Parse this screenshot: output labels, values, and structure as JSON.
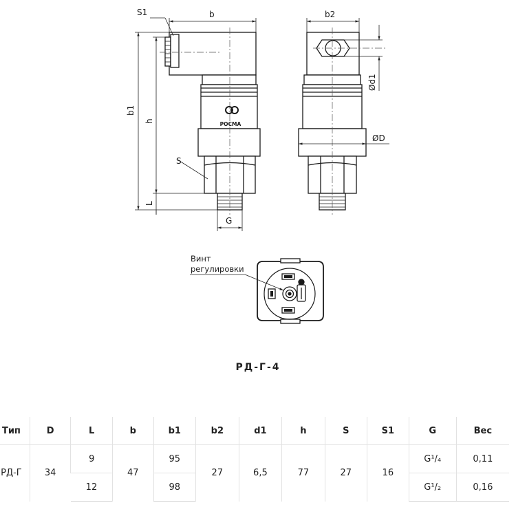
{
  "drawing": {
    "dim_labels": {
      "s1": "S1",
      "b": "b",
      "b2": "b2",
      "b1": "b1",
      "h": "h",
      "l": "L",
      "s": "S",
      "g": "G",
      "d1": "Ød1",
      "d_outer": "ØD"
    },
    "logo_text": "РОСМА",
    "callout_line1": "Винт",
    "callout_line2": "регулировки"
  },
  "caption": "РД-Г-4",
  "table": {
    "headers": [
      "Тип",
      "D",
      "L",
      "b",
      "b1",
      "b2",
      "d1",
      "h",
      "S",
      "S1",
      "G",
      "Вес"
    ],
    "type": "РД-Г",
    "D": "34",
    "L": [
      "9",
      "12"
    ],
    "b": "47",
    "b1": [
      "95",
      "98"
    ],
    "b2": "27",
    "d1": "6,5",
    "h": "77",
    "S": "27",
    "S1": "16",
    "G": [
      "G¹/₄",
      "G¹/₂"
    ],
    "weight": [
      "0,11",
      "0,16"
    ]
  }
}
